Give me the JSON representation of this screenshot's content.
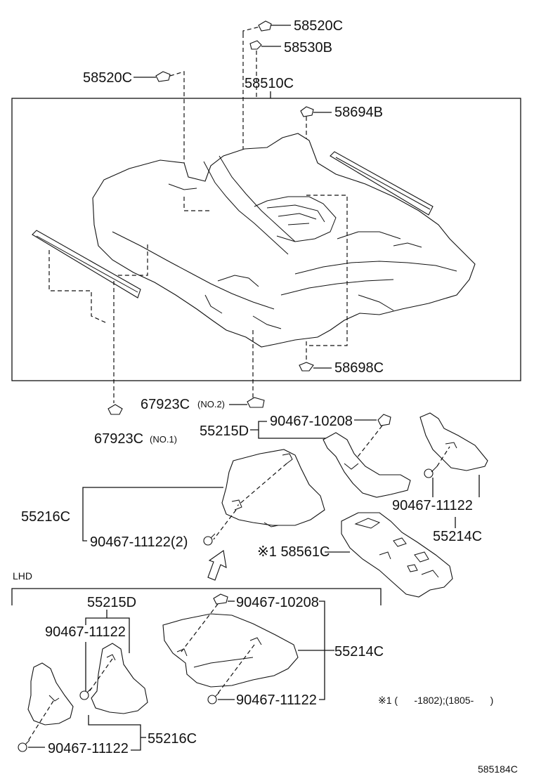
{
  "labels": {
    "p58520c_top": "58520C",
    "p58530b": "58530B",
    "p58520c_left": "58520C",
    "p58510c": "58510C",
    "p58694b": "58694B",
    "p58698c": "58698C",
    "p67923c_no2": "67923C",
    "p67923c_no2_note": "(NO.2)",
    "p67923c_no1": "67923C",
    "p67923c_no1_note": "(NO.1)",
    "p55215d_upper": "55215D",
    "p90467_10208_upper": "90467-10208",
    "p55216c_upper": "55216C",
    "p90467_11122_2": "90467-11122(2)",
    "p90467_11122_upper_right": "90467-11122",
    "p55214c_upper": "55214C",
    "p58561c": "※1 58561C",
    "lhd": "LHD",
    "p55215d_lower": "55215D",
    "p90467_11122_lower_a": "90467-11122",
    "p90467_10208_lower": "90467-10208",
    "p55214c_lower": "55214C",
    "p90467_11122_lower_b": "90467-11122",
    "p90467_11122_lower_c": "90467-11122",
    "p55216c_lower": "55216C",
    "footnote": "※1 (      -1802);(1805-      )",
    "diagram_code": "585184C"
  }
}
